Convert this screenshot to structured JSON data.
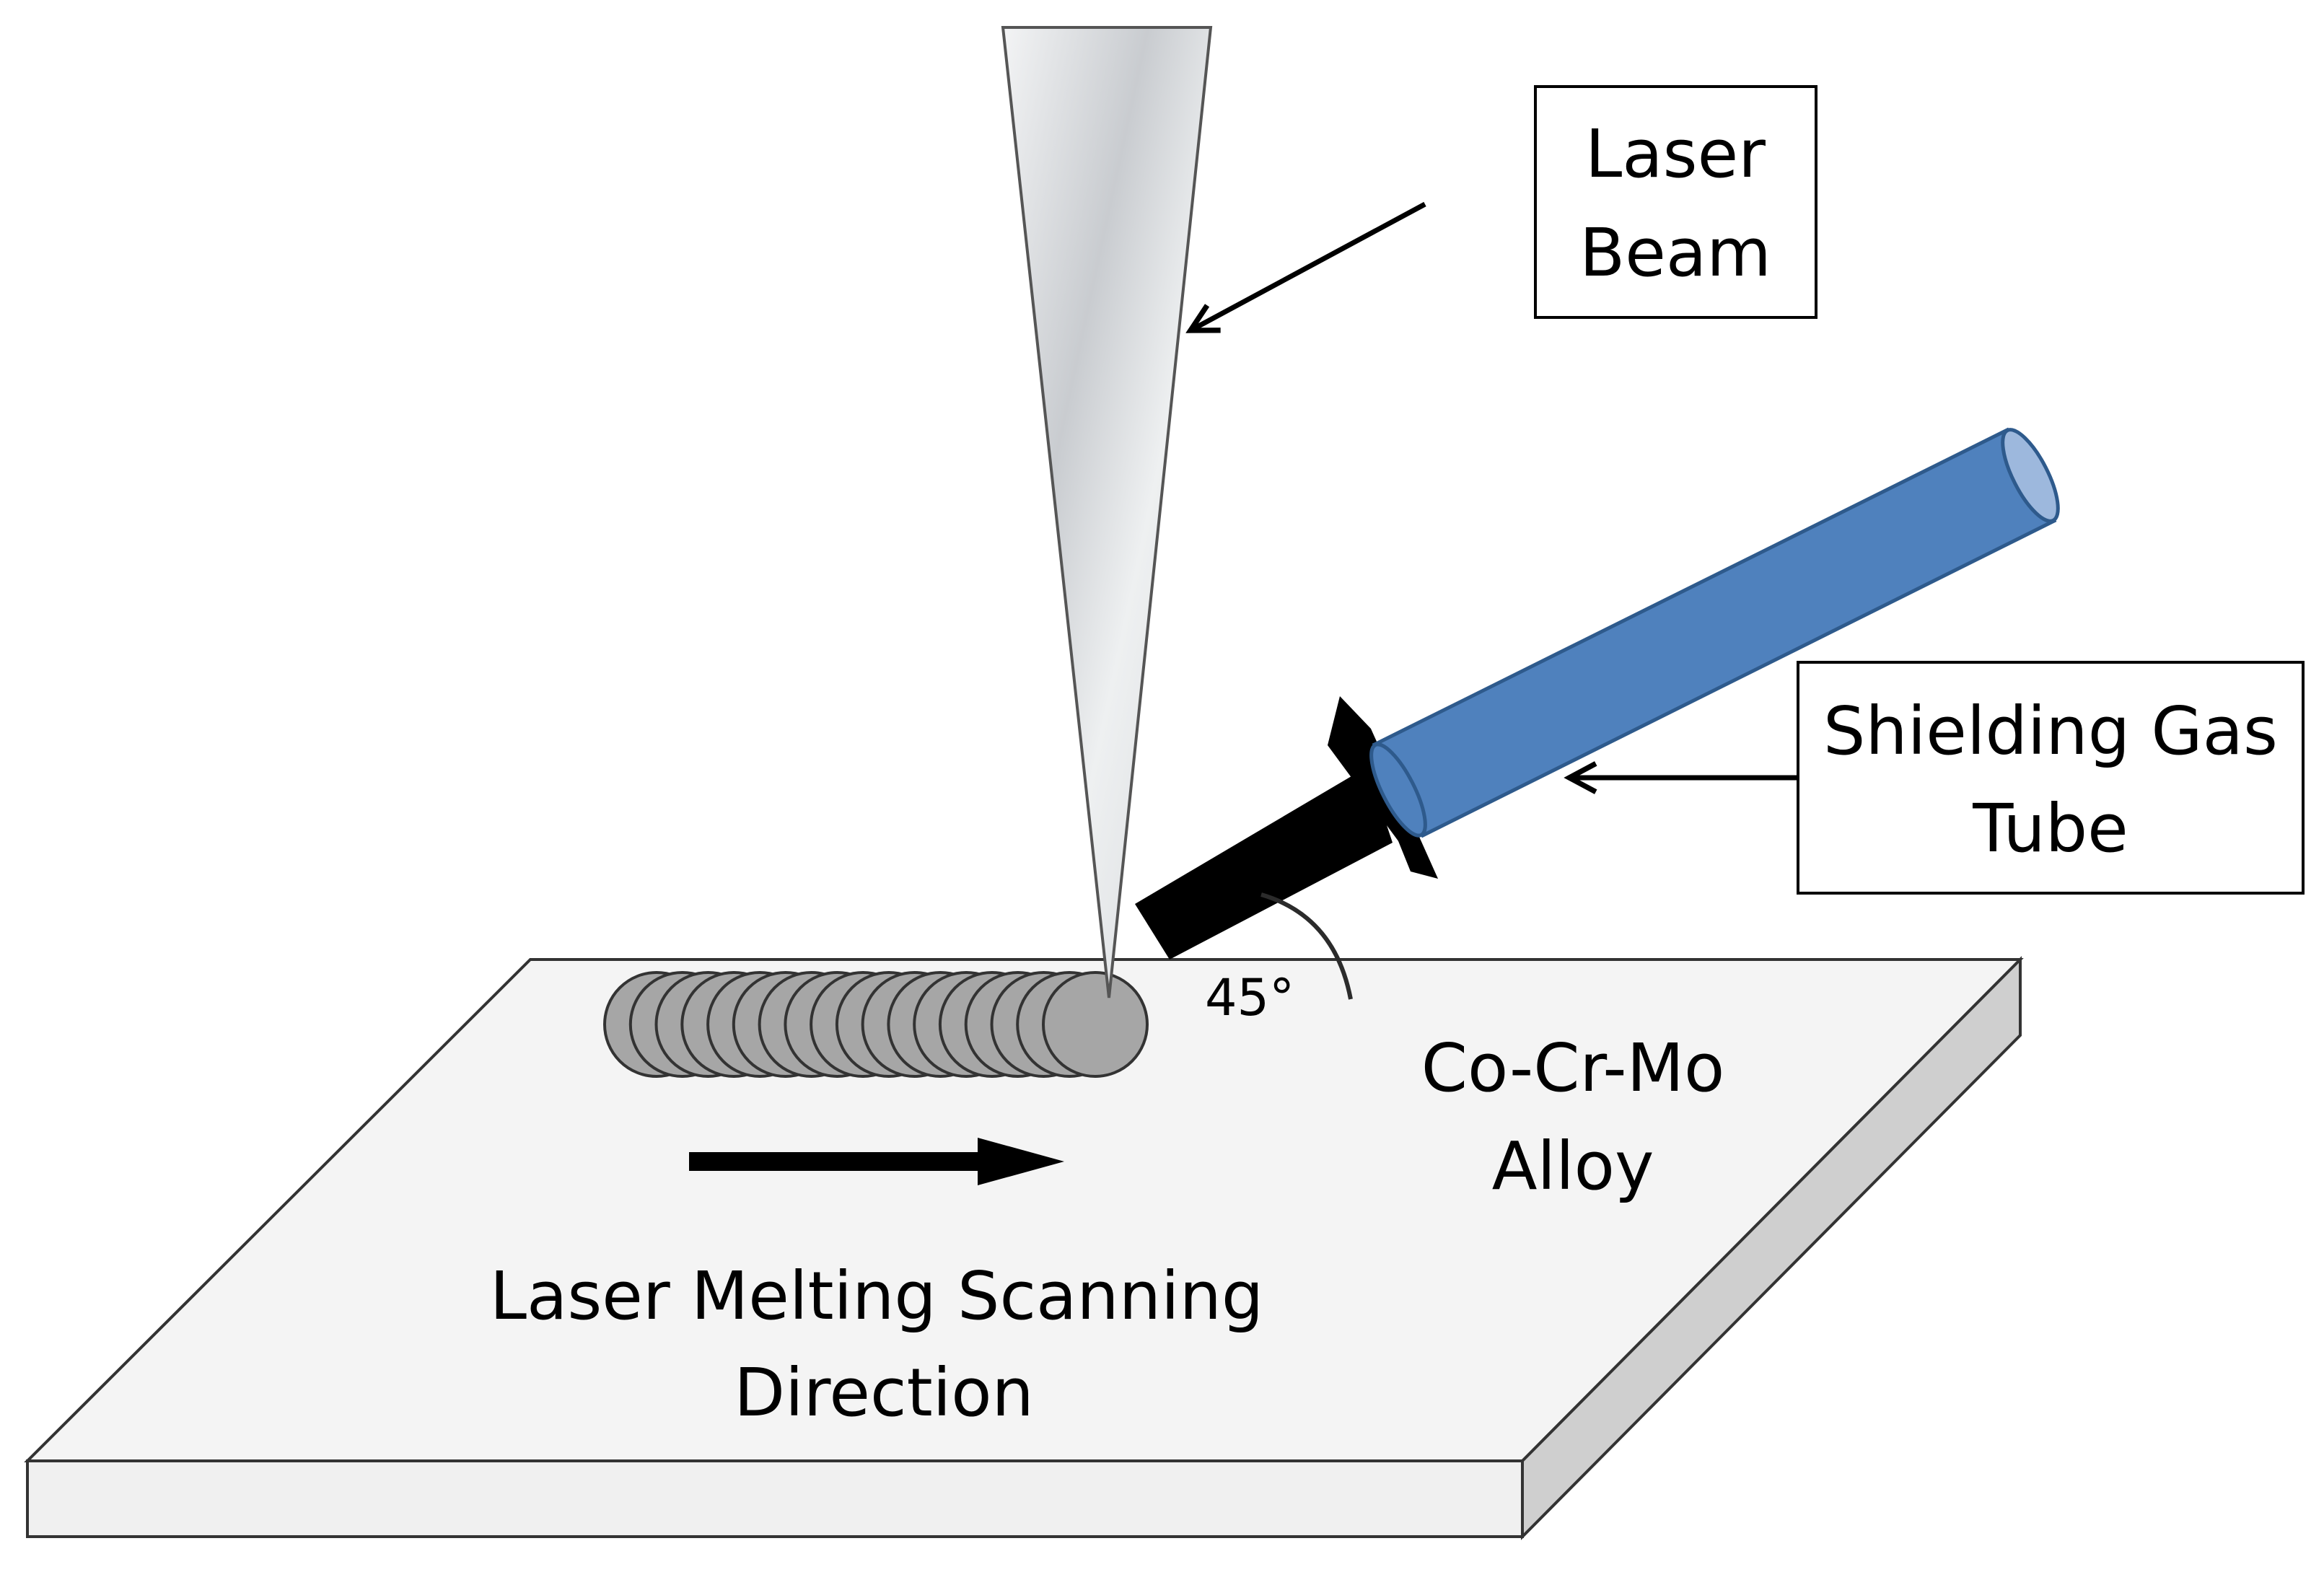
{
  "labels": {
    "laser_beam": [
      "Laser",
      "Beam"
    ],
    "shielding_gas_tube": [
      "Shielding Gas",
      "Tube"
    ],
    "alloy": [
      "Co-Cr-Mo",
      "Alloy"
    ],
    "scan_direction": [
      "Laser Melting Scanning",
      "Direction"
    ],
    "angle": "45°"
  },
  "colors": {
    "plate_top": "#f4f4f4",
    "plate_side": "#cfcfcf",
    "melt_pool": "#a6a6a6",
    "tube": "#4f81bd",
    "nozzle": "#000000",
    "beam": "#e4e6e8"
  },
  "melt_track": {
    "pool_count": 18
  }
}
